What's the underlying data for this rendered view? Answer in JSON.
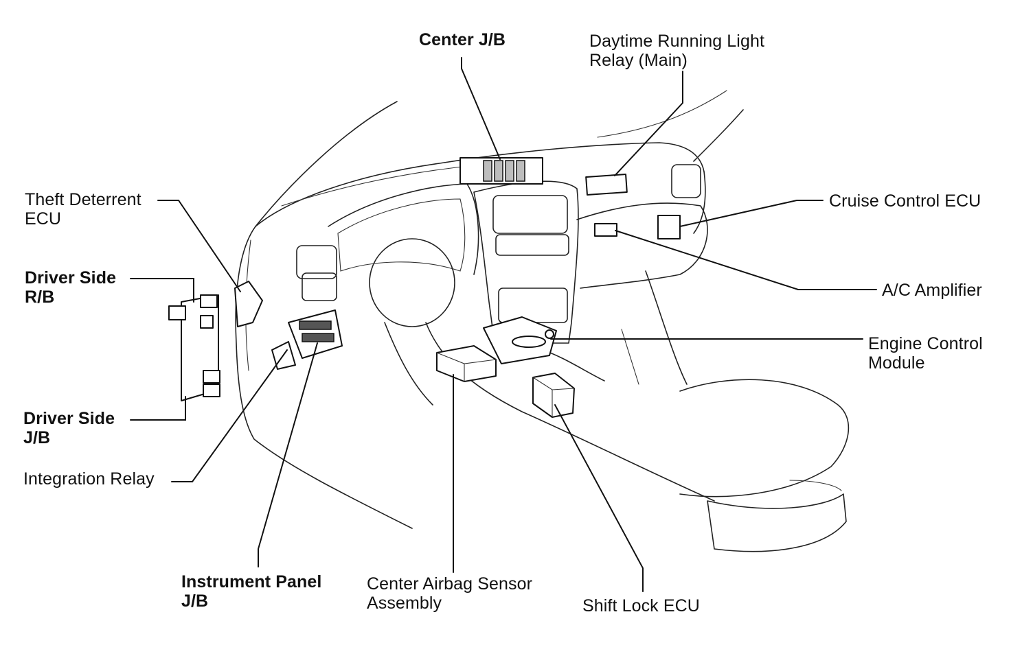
{
  "labels": {
    "center_jb": "Center J/B",
    "drl_relay": [
      "Daytime Running Light",
      "Relay (Main)"
    ],
    "theft_ecu": [
      "Theft Deterrent",
      "ECU"
    ],
    "cruise_ecu": "Cruise Control ECU",
    "driver_rb": [
      "Driver Side",
      "R/B"
    ],
    "ac_amplifier": "A/C Amplifier",
    "ecm": [
      "Engine Control",
      "Module"
    ],
    "driver_jb": [
      "Driver Side",
      "J/B"
    ],
    "integration_relay": "Integration Relay",
    "ip_jb": [
      "Instrument Panel",
      "J/B"
    ],
    "airbag_sensor": [
      "Center Airbag Sensor",
      "Assembly"
    ],
    "shift_lock_ecu": "Shift Lock ECU"
  },
  "colors": {
    "line": "#111111",
    "background": "#ffffff"
  }
}
